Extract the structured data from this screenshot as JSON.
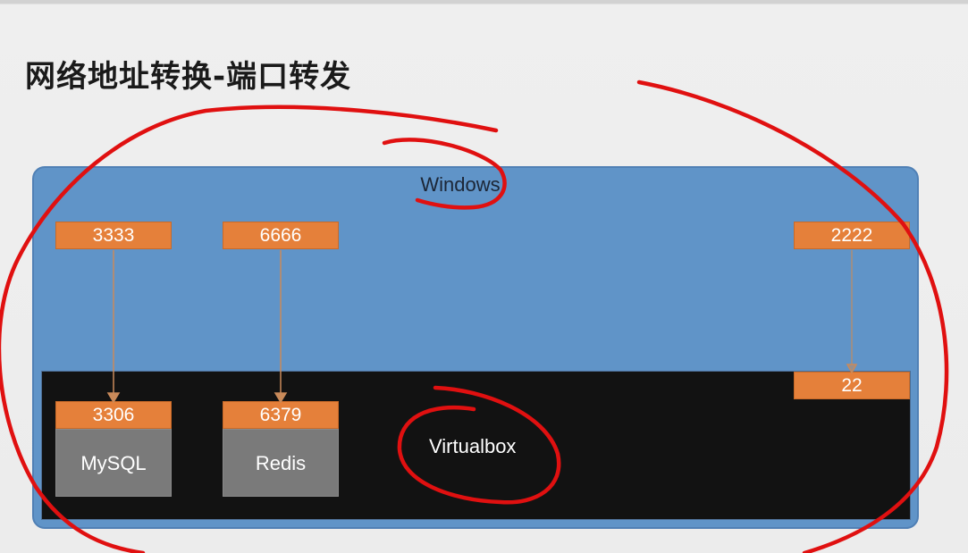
{
  "slide": {
    "title": "网络地址转换-端口转发"
  },
  "diagram": {
    "host_label": "Windows",
    "vm_label": "Virtualbox",
    "host_ports": [
      "3333",
      "6666",
      "2222"
    ],
    "guest_ports": [
      "3306",
      "6379",
      "22"
    ],
    "services": [
      "MySQL",
      "Redis"
    ]
  },
  "colors": {
    "host_box": "#6094c8",
    "vm_box": "#121212",
    "port_box": "#e5803a",
    "service_box": "#7a7a7a",
    "arrow": "#c98a5a",
    "annotation_ink": "#e01010"
  }
}
